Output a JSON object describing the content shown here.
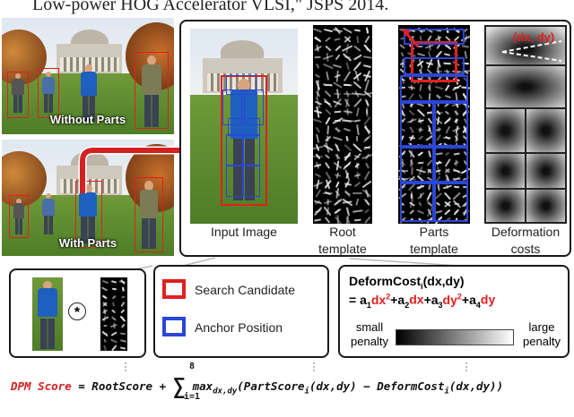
{
  "caption": "Low-power HOG Accelerator VLSI,\" JSPS 2014.",
  "photos": {
    "without_parts_label": "Without Parts",
    "with_parts_label": "With Parts"
  },
  "template_labels": {
    "input_image": "Input Image",
    "root_template": "Root\ntemplate",
    "parts_template": "Parts\ntemplate",
    "deformation_costs": "Deformation\ncosts"
  },
  "deformation_annotation": "(dx, dy)",
  "convolution_operator": "*",
  "legend": {
    "search_candidate": "Search Candidate",
    "anchor_position": "Anchor Position"
  },
  "deform_cost": {
    "title": "DeformCost",
    "title_sub": "i",
    "title_args": "(dx,dy)",
    "eq_prefix": "= a",
    "penalty_small": "small\npenalty",
    "penalty_large": "large\npenalty"
  },
  "formula": {
    "lhs": "DPM Score",
    "eq": " = RootScore + ",
    "sum_top": "8",
    "sum_bottom": "i=1",
    "max": "max",
    "max_sub": "dx,dy",
    "body": "(PartScore",
    "body_sub": "i",
    "body_args": "(dx,dy) − DeformCost",
    "body_sub2": "i",
    "body_end": "(dx,dy))"
  },
  "colors": {
    "red": "#e02020",
    "blue": "#2a46d8",
    "score_red": "#d42020",
    "dark": "#1a1a1a"
  }
}
